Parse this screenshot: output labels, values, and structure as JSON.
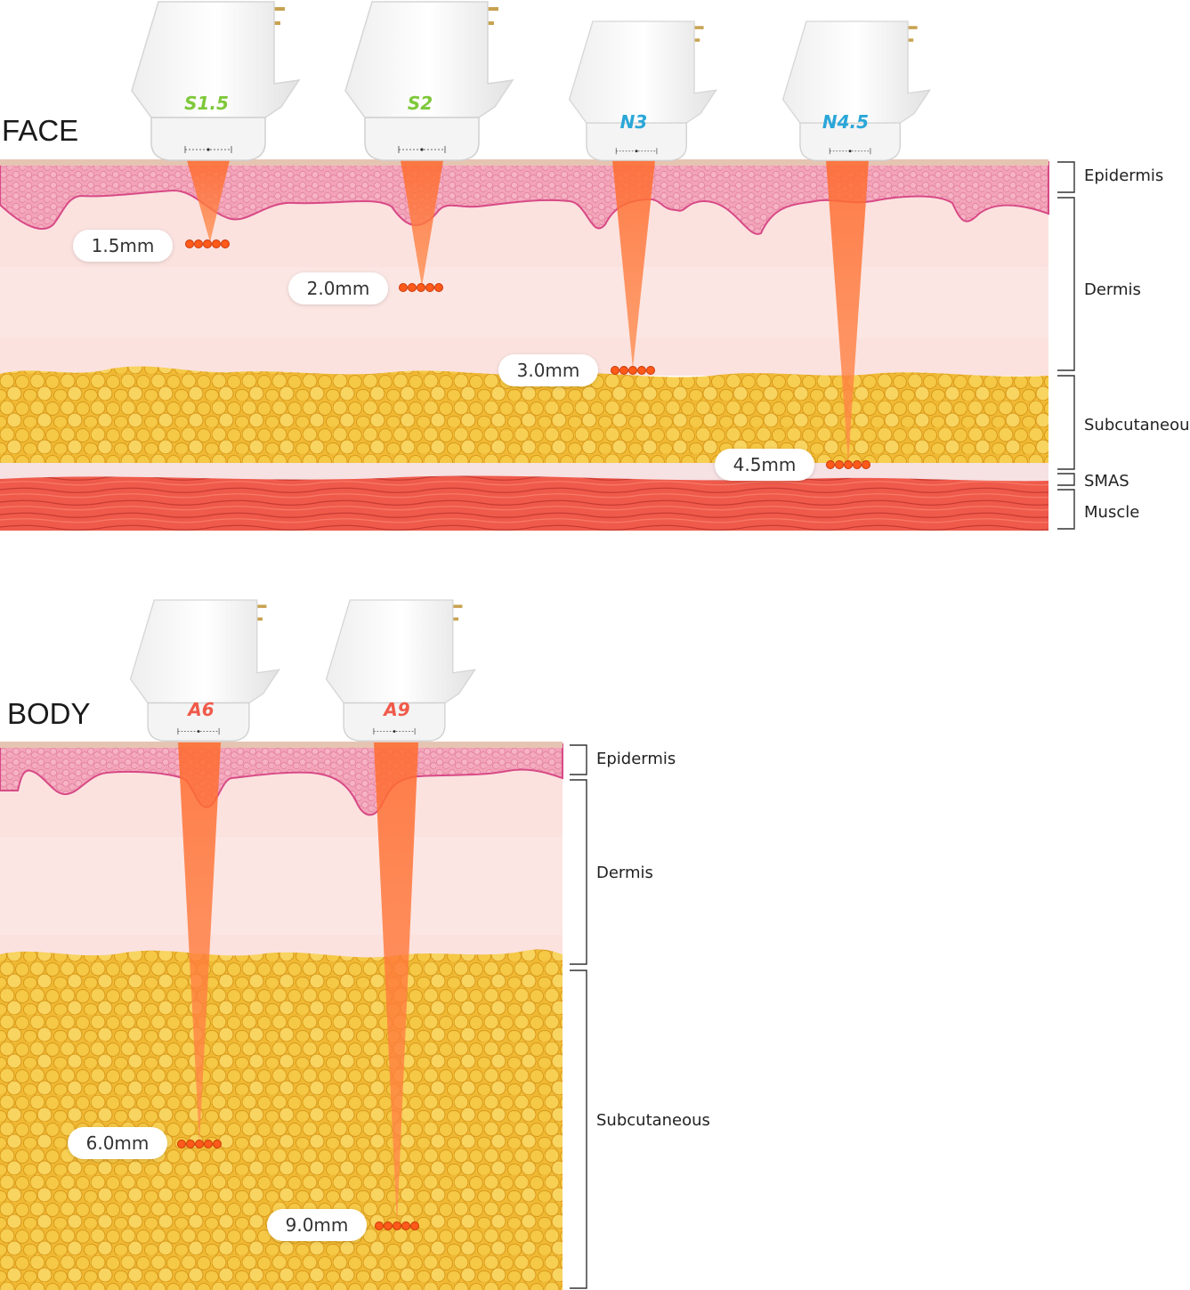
{
  "colors": {
    "epidermis_top": "#e8c6b5",
    "epidermis": "#f2a0b6",
    "epidermis_edge": "#d84a86",
    "dermis": "#fbe4e2",
    "fat": "#f3c43f",
    "fat_dark": "#d99a1c",
    "smas": "#f6e2e4",
    "muscle": "#ef5a4b",
    "beam": "#ff7a3d",
    "focal": "#ff5a1a",
    "green_label": "#7ec83a",
    "blue_label": "#2aa7d8",
    "red_label": "#f05a4a"
  },
  "face": {
    "title": "FACE",
    "layers": [
      {
        "id": "epidermis",
        "label": "Epidermis"
      },
      {
        "id": "dermis",
        "label": "Dermis"
      },
      {
        "id": "subcutaneous",
        "label": "Subcutaneous"
      },
      {
        "id": "smas",
        "label": "SMAS"
      },
      {
        "id": "muscle",
        "label": "Muscle"
      }
    ],
    "transducers": [
      {
        "label": "S1.5",
        "depth": "1.5mm",
        "color": "green",
        "icon": "transducer-icon"
      },
      {
        "label": "S2",
        "depth": "2.0mm",
        "color": "green",
        "icon": "transducer-icon"
      },
      {
        "label": "N3",
        "depth": "3.0mm",
        "color": "blue",
        "icon": "transducer-icon"
      },
      {
        "label": "N4.5",
        "depth": "4.5mm",
        "color": "blue",
        "icon": "transducer-icon"
      }
    ]
  },
  "body": {
    "title": "BODY",
    "layers": [
      {
        "id": "epidermis",
        "label": "Epidermis"
      },
      {
        "id": "dermis",
        "label": "Dermis"
      },
      {
        "id": "subcutaneous",
        "label": "Subcutaneous"
      }
    ],
    "transducers": [
      {
        "label": "A6",
        "depth": "6.0mm",
        "color": "red",
        "icon": "transducer-icon"
      },
      {
        "label": "A9",
        "depth": "9.0mm",
        "color": "red",
        "icon": "transducer-icon"
      }
    ]
  }
}
